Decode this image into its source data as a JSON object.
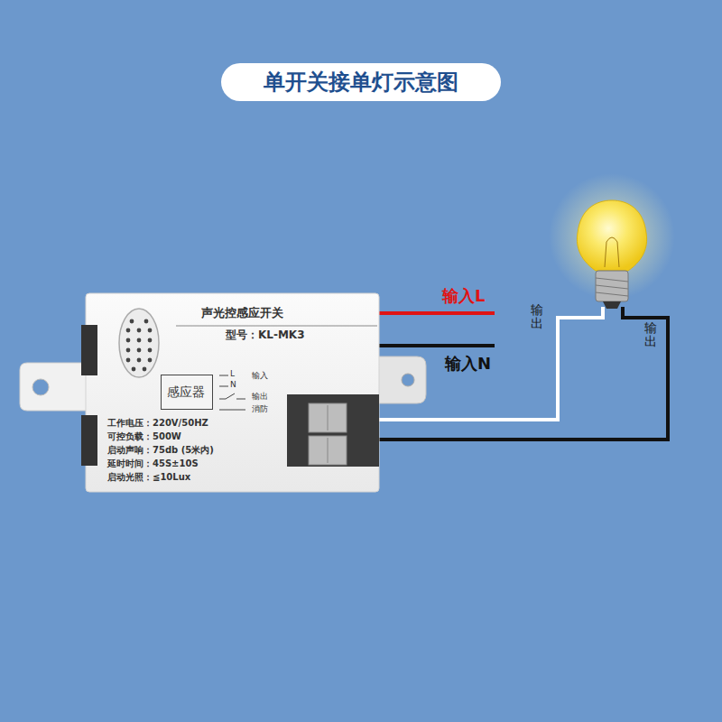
{
  "diagram": {
    "title": "单开关接单灯示意图",
    "nodes": [
      {
        "text": [
          "声光控感应开关",
          "型号：KL-MK3",
          "工作电压：220V/50HZ",
          "可控负载：500W",
          "启动声响：75db (5米内)",
          "延时时间：45S±10S",
          "启动光照：≦10Lux"
        ]
      },
      {
        "text": [
          "感应器"
        ],
        "in": 0
      }
    ],
    "labels": [
      "L",
      "N",
      "输入",
      "输出",
      "消防",
      "输入L",
      "输入N",
      "输出",
      "输出"
    ]
  }
}
